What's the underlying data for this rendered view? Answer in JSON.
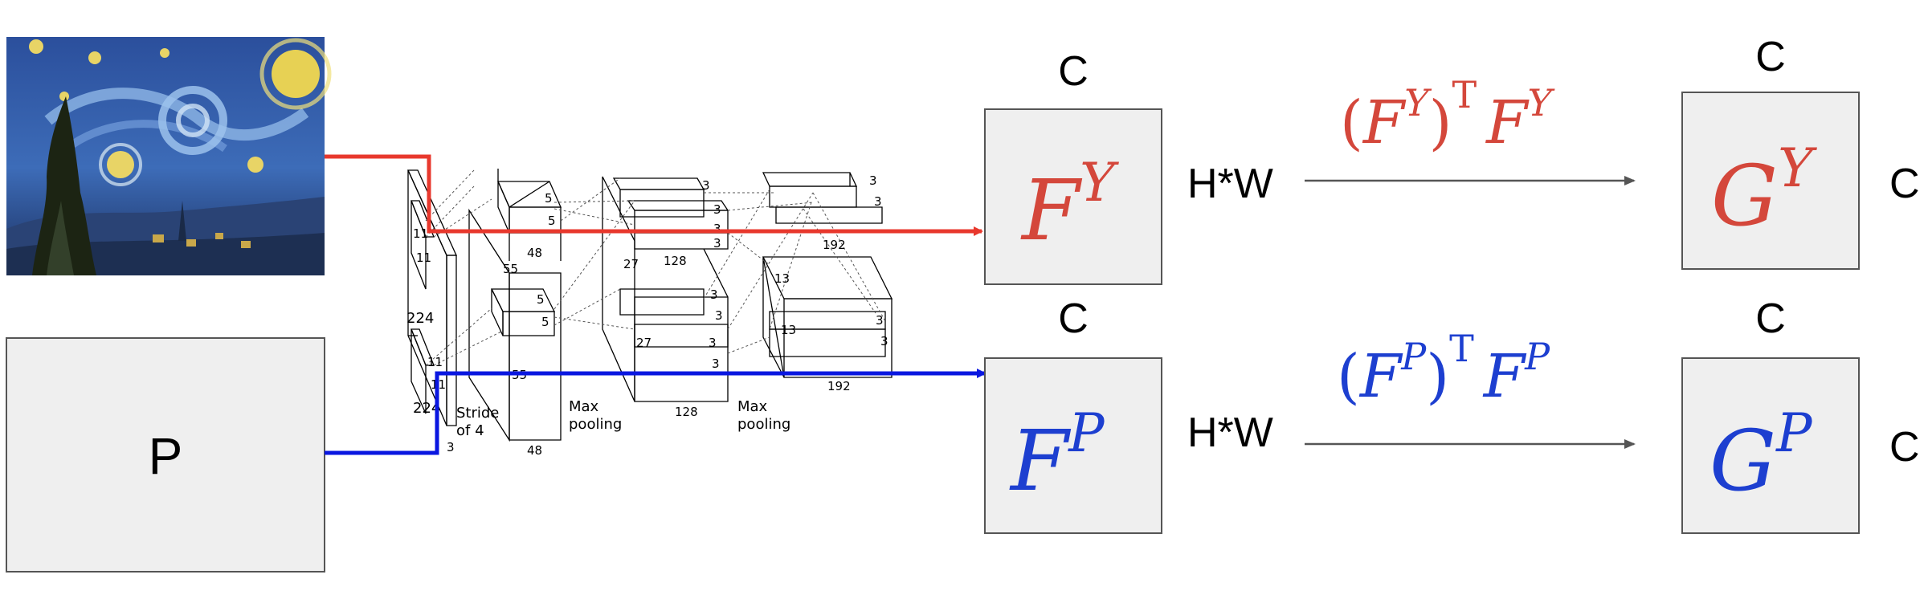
{
  "colors": {
    "style_path": "#e8382d",
    "photo_path": "#0a17e0",
    "style_math": "#d4473b",
    "photo_math": "#1d3fd0",
    "box_fill": "#efefef",
    "box_border": "#555555",
    "arrow_gray": "#555555"
  },
  "style_image": {
    "icon": "starry-night-painting"
  },
  "photo_box": {
    "label": "P"
  },
  "network": {
    "dims": {
      "input_h": "224",
      "input_w": "224",
      "input_d": "3",
      "k1_top": "11",
      "k1_side": "11",
      "k1b_top": "11",
      "k1b_side": "11",
      "stride": "Stride",
      "stride_of": "of 4",
      "conv1_hw": "55",
      "conv1b_hw": "55",
      "k2_a": "5",
      "k2_b": "5",
      "k2b_a": "5",
      "k2b_b": "5",
      "depth1_top": "48",
      "depth1_bot": "48",
      "pool1_a": "Max",
      "pool1_b": "pooling",
      "conv2_hw": "27",
      "conv2b_hw": "27",
      "k3_a": "3",
      "k3_b": "3",
      "k3_c": "3",
      "k3_d": "3",
      "k3b_a": "3",
      "k3b_b": "3",
      "k3b_c": "3",
      "k3b_d": "3",
      "depth2_top": "128",
      "depth2_bot": "128",
      "pool2_a": "Max",
      "pool2_b": "pooling",
      "conv3_hw": "13",
      "conv3b_hw": "13",
      "k4_a": "3",
      "k4_b": "3",
      "k4b_a": "3",
      "k4b_b": "3",
      "depth3_top": "192",
      "depth3_bot": "192"
    }
  },
  "top_row": {
    "feature_box": {
      "base": "F",
      "sup": "Y"
    },
    "c_above_feature": "C",
    "hw_label": "H*W",
    "operation": {
      "lparen": "(",
      "base": "F",
      "sup": "Y",
      "rparen": ")",
      "transpose": "T",
      "base2": "F",
      "sup2": "Y"
    },
    "gram_box": {
      "base": "G",
      "sup": "Y"
    },
    "c_above_gram": "C",
    "c_right_gram": "C"
  },
  "bottom_row": {
    "feature_box": {
      "base": "F",
      "sup": "P"
    },
    "c_above_feature": "C",
    "hw_label": "H*W",
    "operation": {
      "lparen": "(",
      "base": "F",
      "sup": "P",
      "rparen": ")",
      "transpose": "T",
      "base2": "F",
      "sup2": "P"
    },
    "gram_box": {
      "base": "G",
      "sup": "P"
    },
    "c_above_gram": "C",
    "c_right_gram": "C"
  }
}
